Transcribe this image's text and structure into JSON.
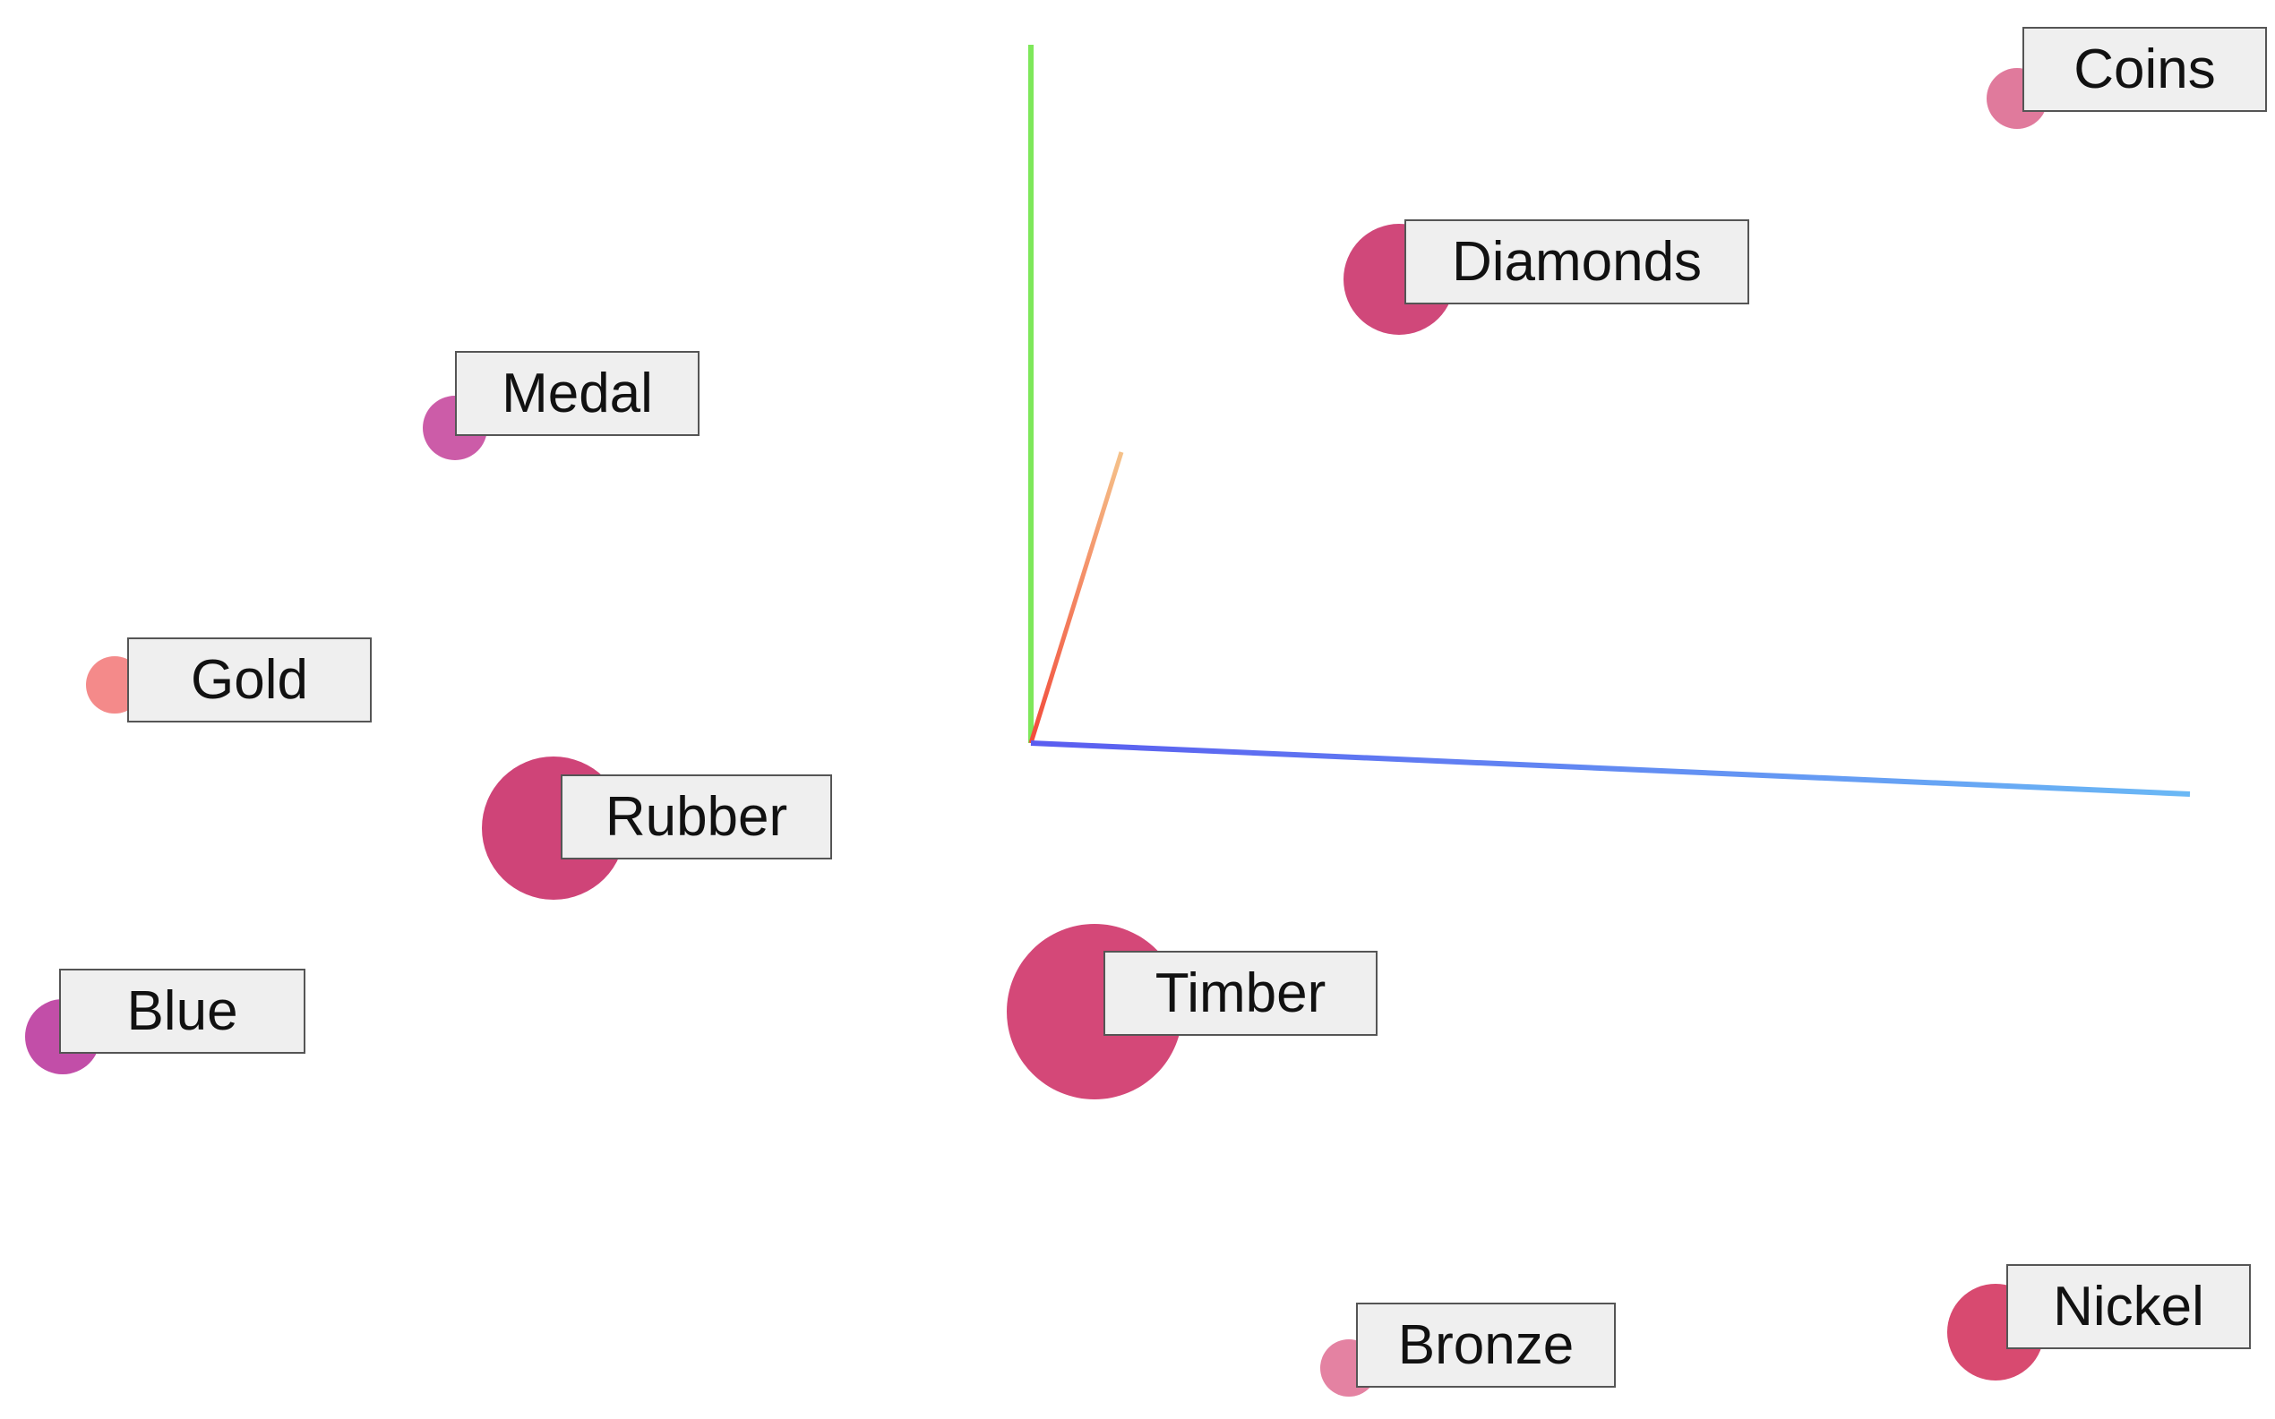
{
  "view": {
    "axes": [
      {
        "name": "vertical-axis",
        "color": "#7ee85a"
      },
      {
        "name": "depth-axis",
        "color_start": "#f24a3a",
        "color_end": "#f5c28a"
      },
      {
        "name": "horizontal-axis",
        "color_start": "#5a5cf0",
        "color_end": "#6ab8f5"
      }
    ],
    "points": [
      {
        "id": "coins",
        "label": "Coins",
        "color": "#e07a9c"
      },
      {
        "id": "diamonds",
        "label": "Diamonds",
        "color": "#d0487a"
      },
      {
        "id": "medal",
        "label": "Medal",
        "color": "#cc5ca8"
      },
      {
        "id": "gold",
        "label": "Gold",
        "color": "#f48a8a"
      },
      {
        "id": "rubber",
        "label": "Rubber",
        "color": "#cf4478"
      },
      {
        "id": "blue",
        "label": "Blue",
        "color": "#c24ea8"
      },
      {
        "id": "timber",
        "label": "Timber",
        "color": "#d44878"
      },
      {
        "id": "bronze",
        "label": "Bronze",
        "color": "#e482a2"
      },
      {
        "id": "nickel",
        "label": "Nickel",
        "color": "#d84a70"
      }
    ]
  }
}
